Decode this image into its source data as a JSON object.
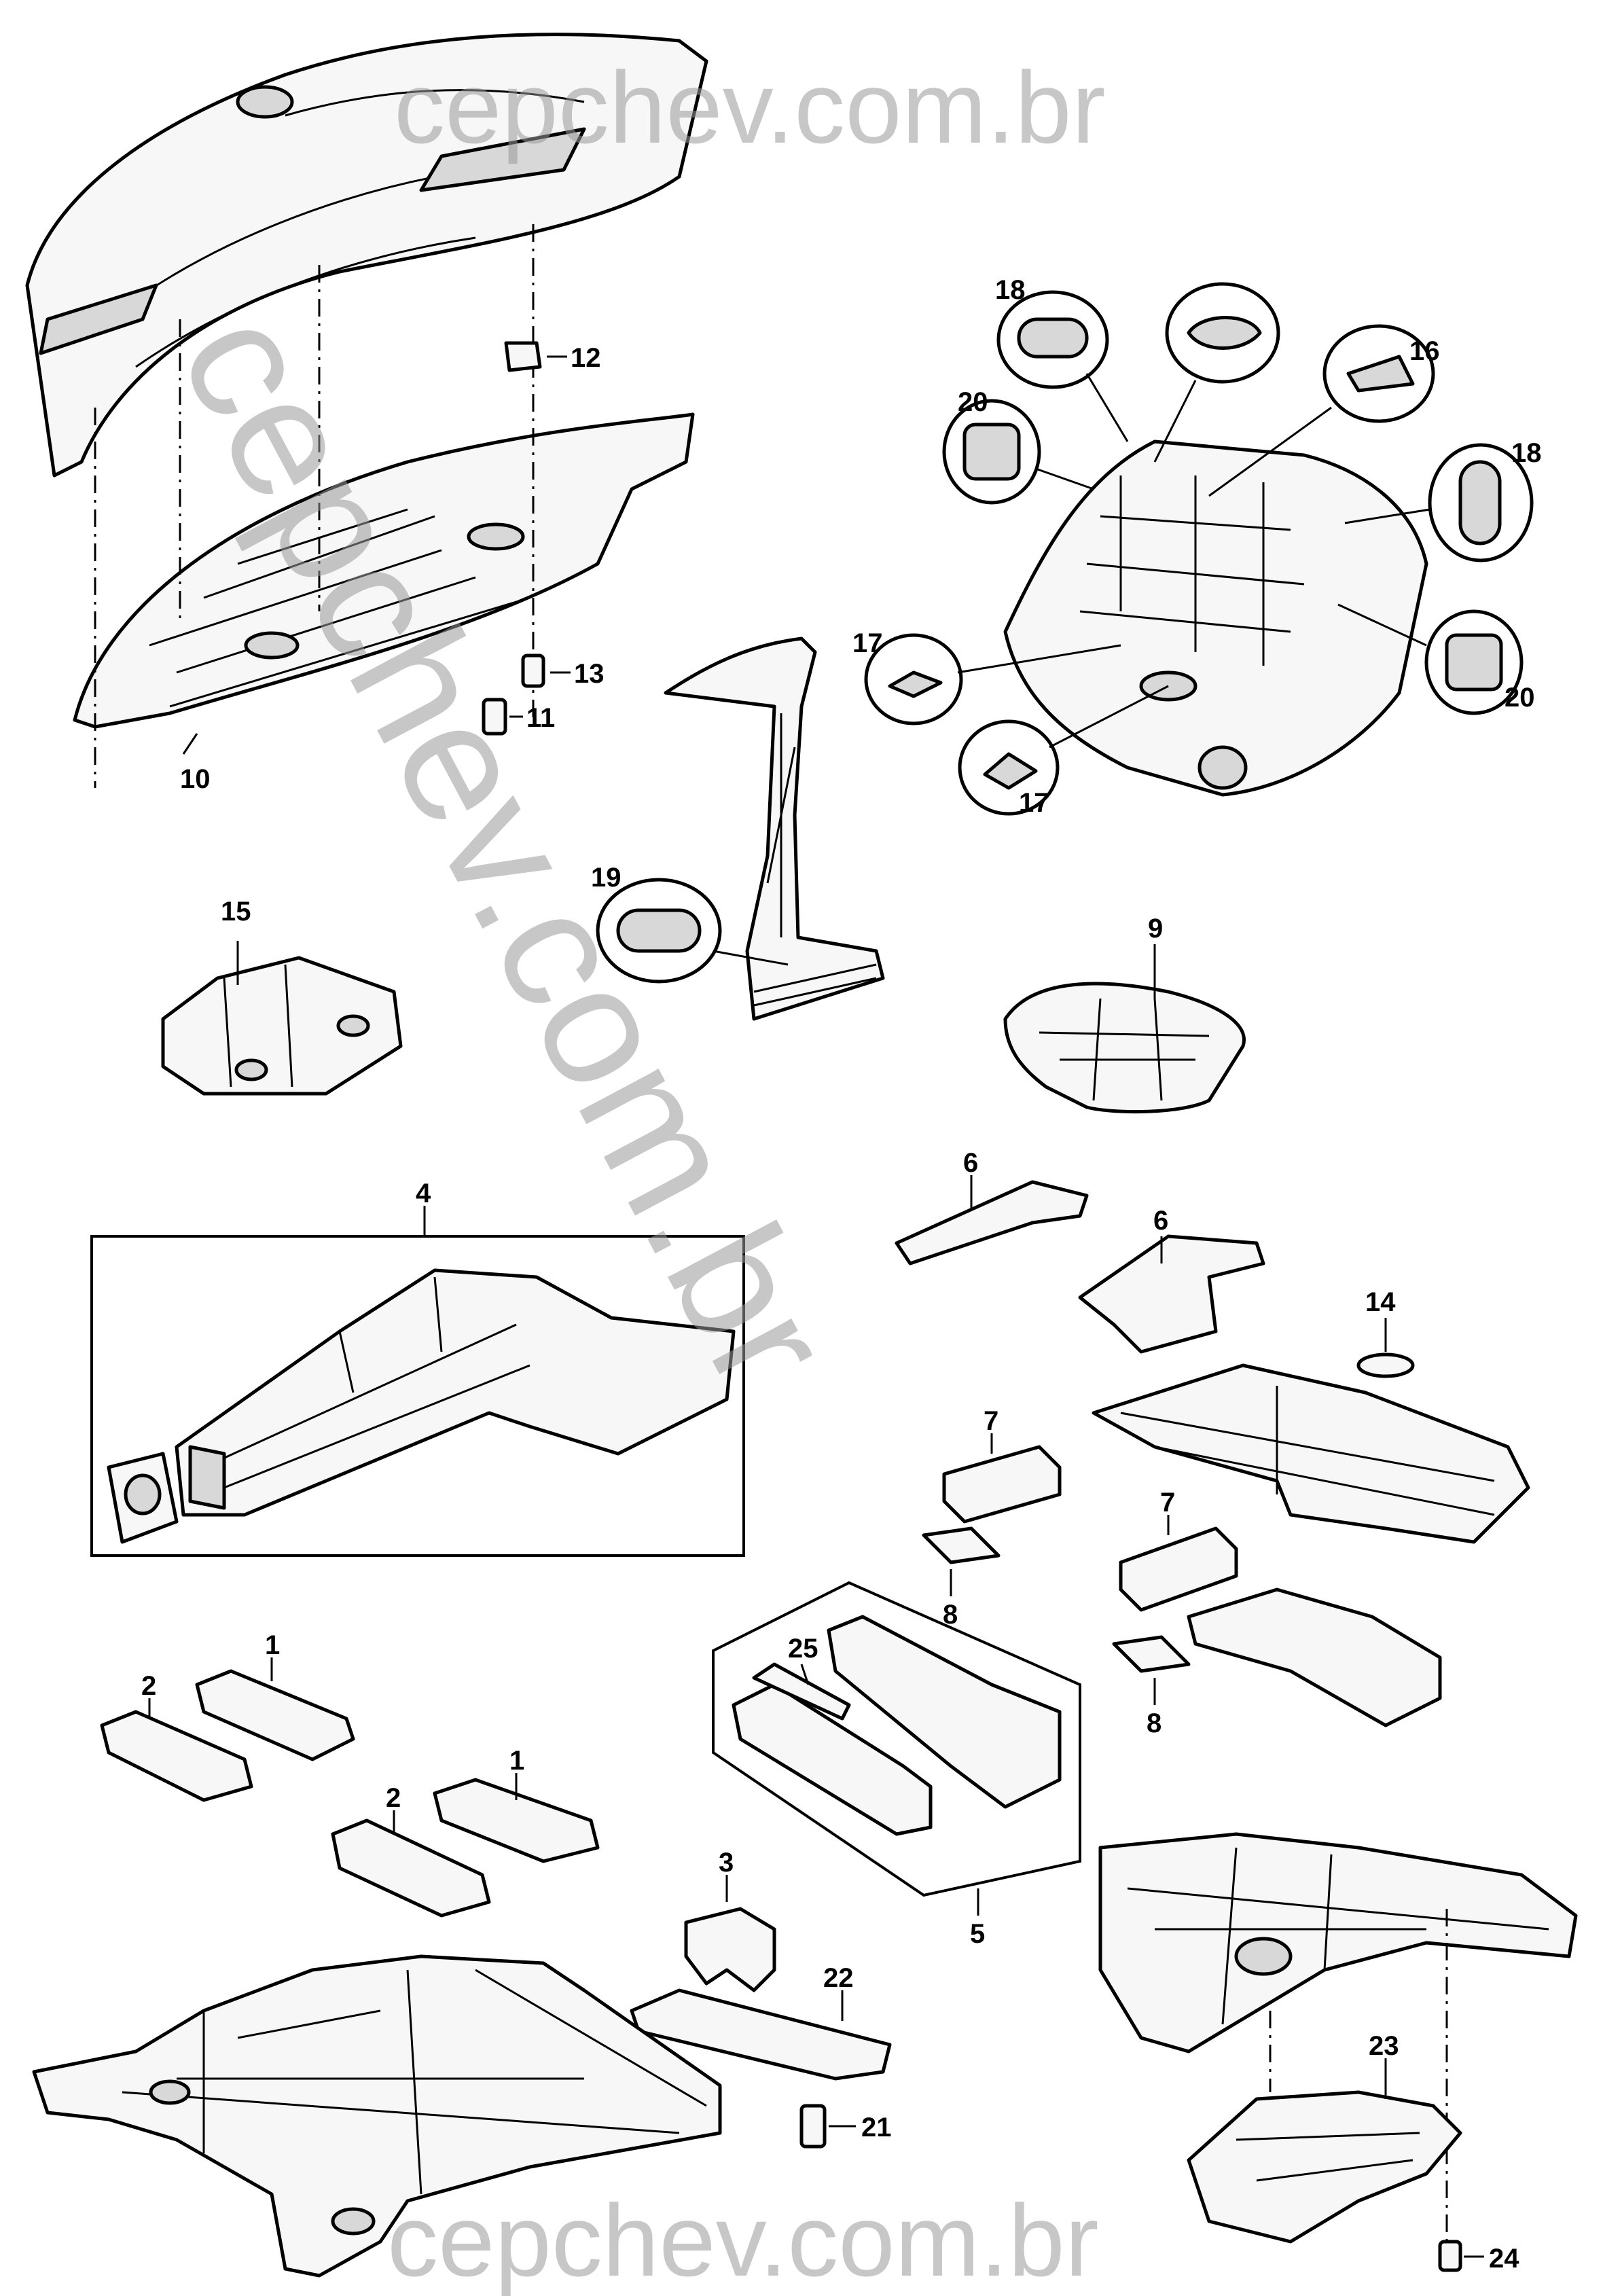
{
  "watermark": {
    "top": "cepchev.com.br",
    "diagonal": "cepchev.com.br",
    "bottom": "cepchev.com.br"
  },
  "callouts": {
    "c1a": "1",
    "c1b": "1",
    "c2a": "2",
    "c2b": "2",
    "c3": "3",
    "c4": "4",
    "c5": "5",
    "c6a": "6",
    "c6b": "6",
    "c7a": "7",
    "c7b": "7",
    "c8a": "8",
    "c8b": "8",
    "c9": "9",
    "c10": "10",
    "c11": "11",
    "c12": "12",
    "c13": "13",
    "c14": "14",
    "c15": "15",
    "c16": "16",
    "c17a": "17",
    "c17b": "17",
    "c18a": "18",
    "c18b": "18",
    "c19": "19",
    "c20a": "20",
    "c20b": "20",
    "c21": "21",
    "c22": "22",
    "c23": "23",
    "c24": "24",
    "c25": "25"
  }
}
